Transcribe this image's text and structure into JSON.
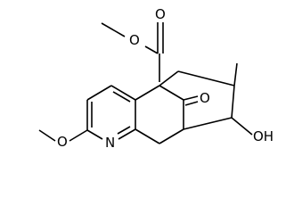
{
  "molecule": {
    "atoms": {
      "carbonyl_oxygen": "O",
      "ester_oxygen": "O",
      "ketone_oxygen": "O",
      "hydroxyl": "OH",
      "methoxy_oxygen": "O",
      "ring_nitrogen": "N"
    }
  }
}
